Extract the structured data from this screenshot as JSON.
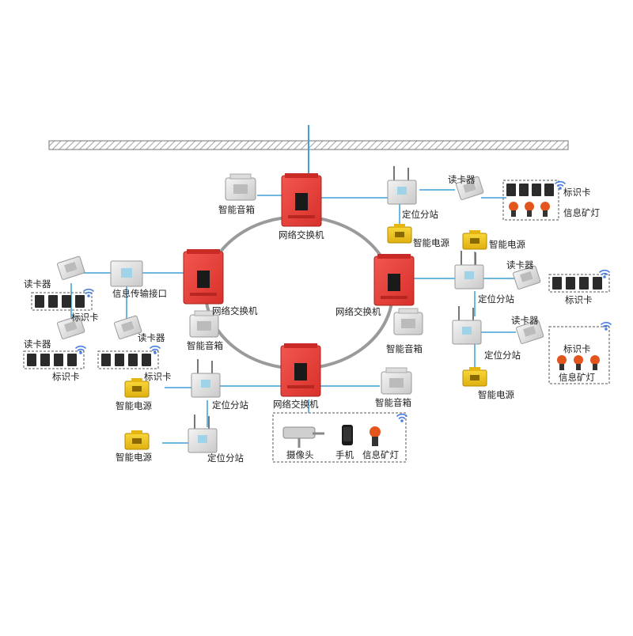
{
  "labels": {
    "switch": "网络交换机",
    "speaker": "智能音箱",
    "station": "定位分站",
    "power": "智能电源",
    "reader": "读卡器",
    "card": "标识卡",
    "lamp": "信息矿灯",
    "interface": "信息传输接口",
    "camera": "摄像头",
    "phone": "手机"
  },
  "colors": {
    "switch_red": "#e8403a",
    "power_yellow": "#f2c41b",
    "ring": "#9a9a9a",
    "link": "#3f9fd8",
    "wifi": "#4a7fe0",
    "lamp_orange": "#e2561e"
  },
  "icons": [
    "network-switch-icon",
    "smart-speaker-icon",
    "positioning-station-icon",
    "smart-power-icon",
    "card-reader-icon",
    "id-card-icon",
    "cap-lamp-icon",
    "wifi-icon",
    "camera-icon",
    "phone-icon"
  ]
}
